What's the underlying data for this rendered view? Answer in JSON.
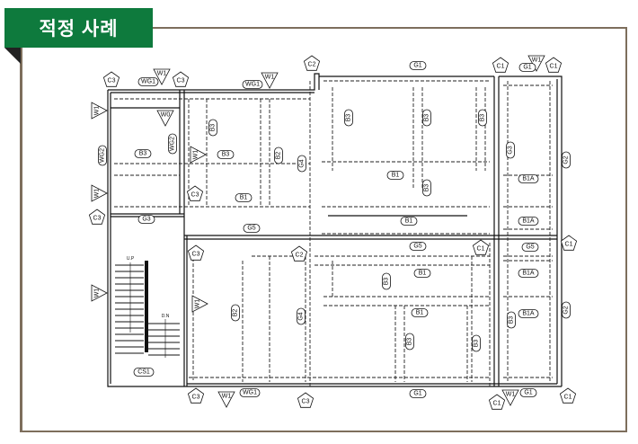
{
  "header": {
    "title": "적정 사례"
  },
  "drawing": {
    "columns": [
      "C3",
      "C3",
      "C2",
      "C1",
      "C1",
      "C3",
      "C3",
      "C3",
      "C2",
      "C1",
      "C1",
      "C3",
      "C3",
      "C1",
      "C1"
    ],
    "walls": [
      "W1",
      "W1",
      "W1",
      "W1",
      "W0",
      "W1",
      "W1",
      "W1",
      "W1",
      "W1",
      "W1"
    ],
    "members": [
      "WG1",
      "WG1",
      "G1",
      "G1",
      "WG2",
      "WG2",
      "B3",
      "B3",
      "B3",
      "B2",
      "G4",
      "B3",
      "B3",
      "B3",
      "G3",
      "G2",
      "B1",
      "B3",
      "B1A",
      "B1",
      "G3",
      "B1",
      "B1A",
      "G5",
      "G5",
      "G5",
      "B1",
      "B1A",
      "B3",
      "B2",
      "G4",
      "B1",
      "B1A",
      "B3",
      "G2",
      "B3",
      "B3",
      "CS1",
      "WG1",
      "G1",
      "G1"
    ],
    "notes": [
      "U.P",
      "D.N"
    ]
  }
}
